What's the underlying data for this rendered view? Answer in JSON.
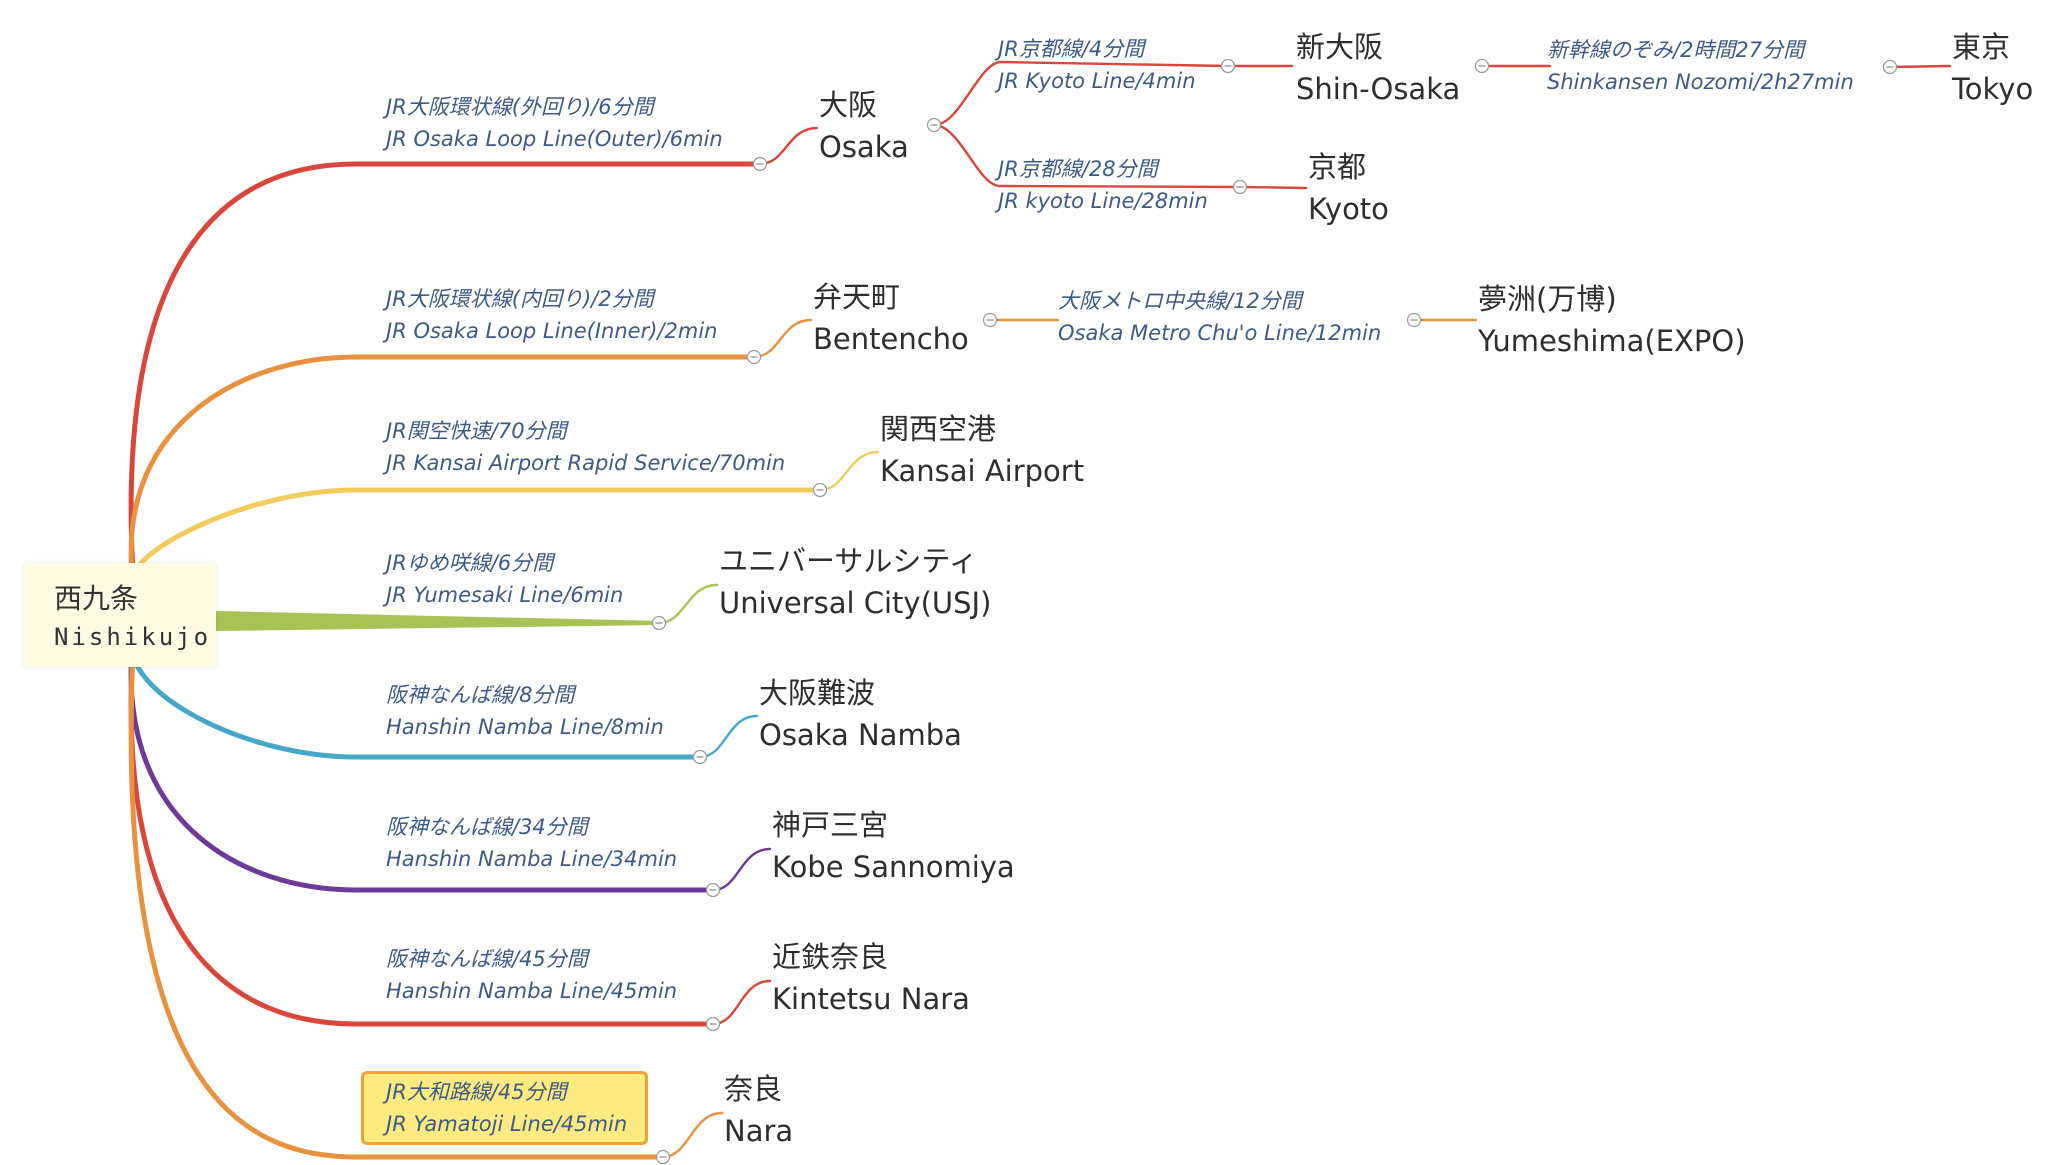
{
  "root": {
    "jp": "西九条",
    "en": "Nishikujo",
    "color": "#fefbe3"
  },
  "branches": [
    {
      "color": "#d9473b",
      "edge_jp": "JR大阪環状線(外回り)/6分間",
      "edge_en": "JR Osaka Loop Line(Outer)/6min",
      "dest_jp": "大阪",
      "dest_en": "Osaka"
    },
    {
      "color": "#e8913f",
      "edge_jp": "JR大阪環状線(内回り)/2分間",
      "edge_en": "JR Osaka Loop Line(Inner)/2min",
      "dest_jp": "弁天町",
      "dest_en": "Bentencho"
    },
    {
      "color": "#f2cb5a",
      "edge_jp": "JR関空快速/70分間",
      "edge_en": "JR Kansai Airport Rapid Service/70min",
      "dest_jp": "関西空港",
      "dest_en": "Kansai Airport"
    },
    {
      "color": "#a9c255",
      "edge_jp": "JRゆめ咲線/6分間",
      "edge_en": "JR Yumesaki Line/6min",
      "dest_jp": "ユニバーサルシティ",
      "dest_en": "Universal City(USJ)"
    },
    {
      "color": "#46a7c9",
      "edge_jp": "阪神なんば線/8分間",
      "edge_en": "Hanshin Namba Line/8min",
      "dest_jp": "大阪難波",
      "dest_en": "Osaka Namba"
    },
    {
      "color": "#6e3a97",
      "edge_jp": "阪神なんば線/34分間",
      "edge_en": "Hanshin Namba Line/34min",
      "dest_jp": "神戸三宮",
      "dest_en": "Kobe Sannomiya"
    },
    {
      "color": "#d9473b",
      "edge_jp": "阪神なんば線/45分間",
      "edge_en": "Hanshin Namba Line/45min",
      "dest_jp": "近鉄奈良",
      "dest_en": "Kintetsu Nara"
    },
    {
      "color": "#e8913f",
      "edge_jp": "JR大和路線/45分間",
      "edge_en": "JR Yamatoji Line/45min",
      "dest_jp": "奈良",
      "dest_en": "Nara",
      "selected": true
    }
  ],
  "sub_branches": [
    {
      "color": "#d9473b",
      "edge_jp": "JR京都線/4分間",
      "edge_en": "JR Kyoto Line/4min",
      "dest_jp": "新大阪",
      "dest_en": "Shin-Osaka"
    },
    {
      "color": "#d9473b",
      "edge_jp": "JR京都線/28分間",
      "edge_en": "JR kyoto Line/28min",
      "dest_jp": "京都",
      "dest_en": "Kyoto"
    },
    {
      "color": "#d9473b",
      "edge_jp": "新幹線のぞみ/2時間27分間",
      "edge_en": "Shinkansen Nozomi/2h27min",
      "dest_jp": "東京",
      "dest_en": "Tokyo"
    },
    {
      "color": "#e8913f",
      "edge_jp": "大阪メトロ中央線/12分間",
      "edge_en": "Osaka Metro Chu'o Line/12min",
      "dest_jp": "夢洲(万博)",
      "dest_en": "Yumeshima(EXPO)"
    }
  ],
  "selection_colors": {
    "fill": "#fdea80",
    "border": "#f0a132"
  },
  "label_color": "#3d5a86",
  "node_text_color": "#2e2e2e",
  "collapse_icon": "minus-circle-icon"
}
